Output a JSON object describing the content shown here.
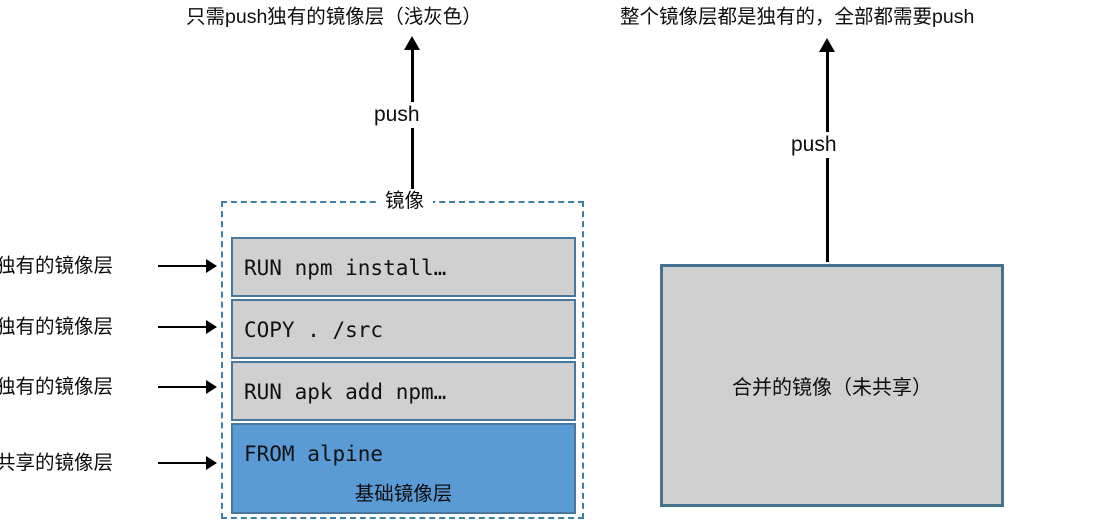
{
  "captions": {
    "left": "只需push独有的镜像层（浅灰色）",
    "right": "整个镜像层都是独有的，全部都需要push"
  },
  "push_arrows": {
    "left_label": "push",
    "right_label": "push"
  },
  "image_container": {
    "label": "镜像"
  },
  "layers": [
    {
      "command": "RUN npm install…",
      "kind": "unique",
      "sub": ""
    },
    {
      "command": "COPY . /src",
      "kind": "unique",
      "sub": ""
    },
    {
      "command": "RUN apk add npm…",
      "kind": "unique",
      "sub": ""
    },
    {
      "command": "FROM alpine",
      "kind": "base",
      "sub": "基础镜像层"
    }
  ],
  "annotations": [
    {
      "label": "独有的镜像层"
    },
    {
      "label": "独有的镜像层"
    },
    {
      "label": "独有的镜像层"
    },
    {
      "label": "共享的镜像层"
    }
  ],
  "merged_image": {
    "label": "合并的镜像（未共享）"
  },
  "colors": {
    "unique_layer_fill": "#d0d0d0",
    "base_layer_fill": "#5b9bd5",
    "layer_border": "#49789e",
    "container_dash": "#3f7fa6",
    "merged_border": "#45738f",
    "merged_fill": "#d0d0d0",
    "text": "#0d0d0d"
  }
}
